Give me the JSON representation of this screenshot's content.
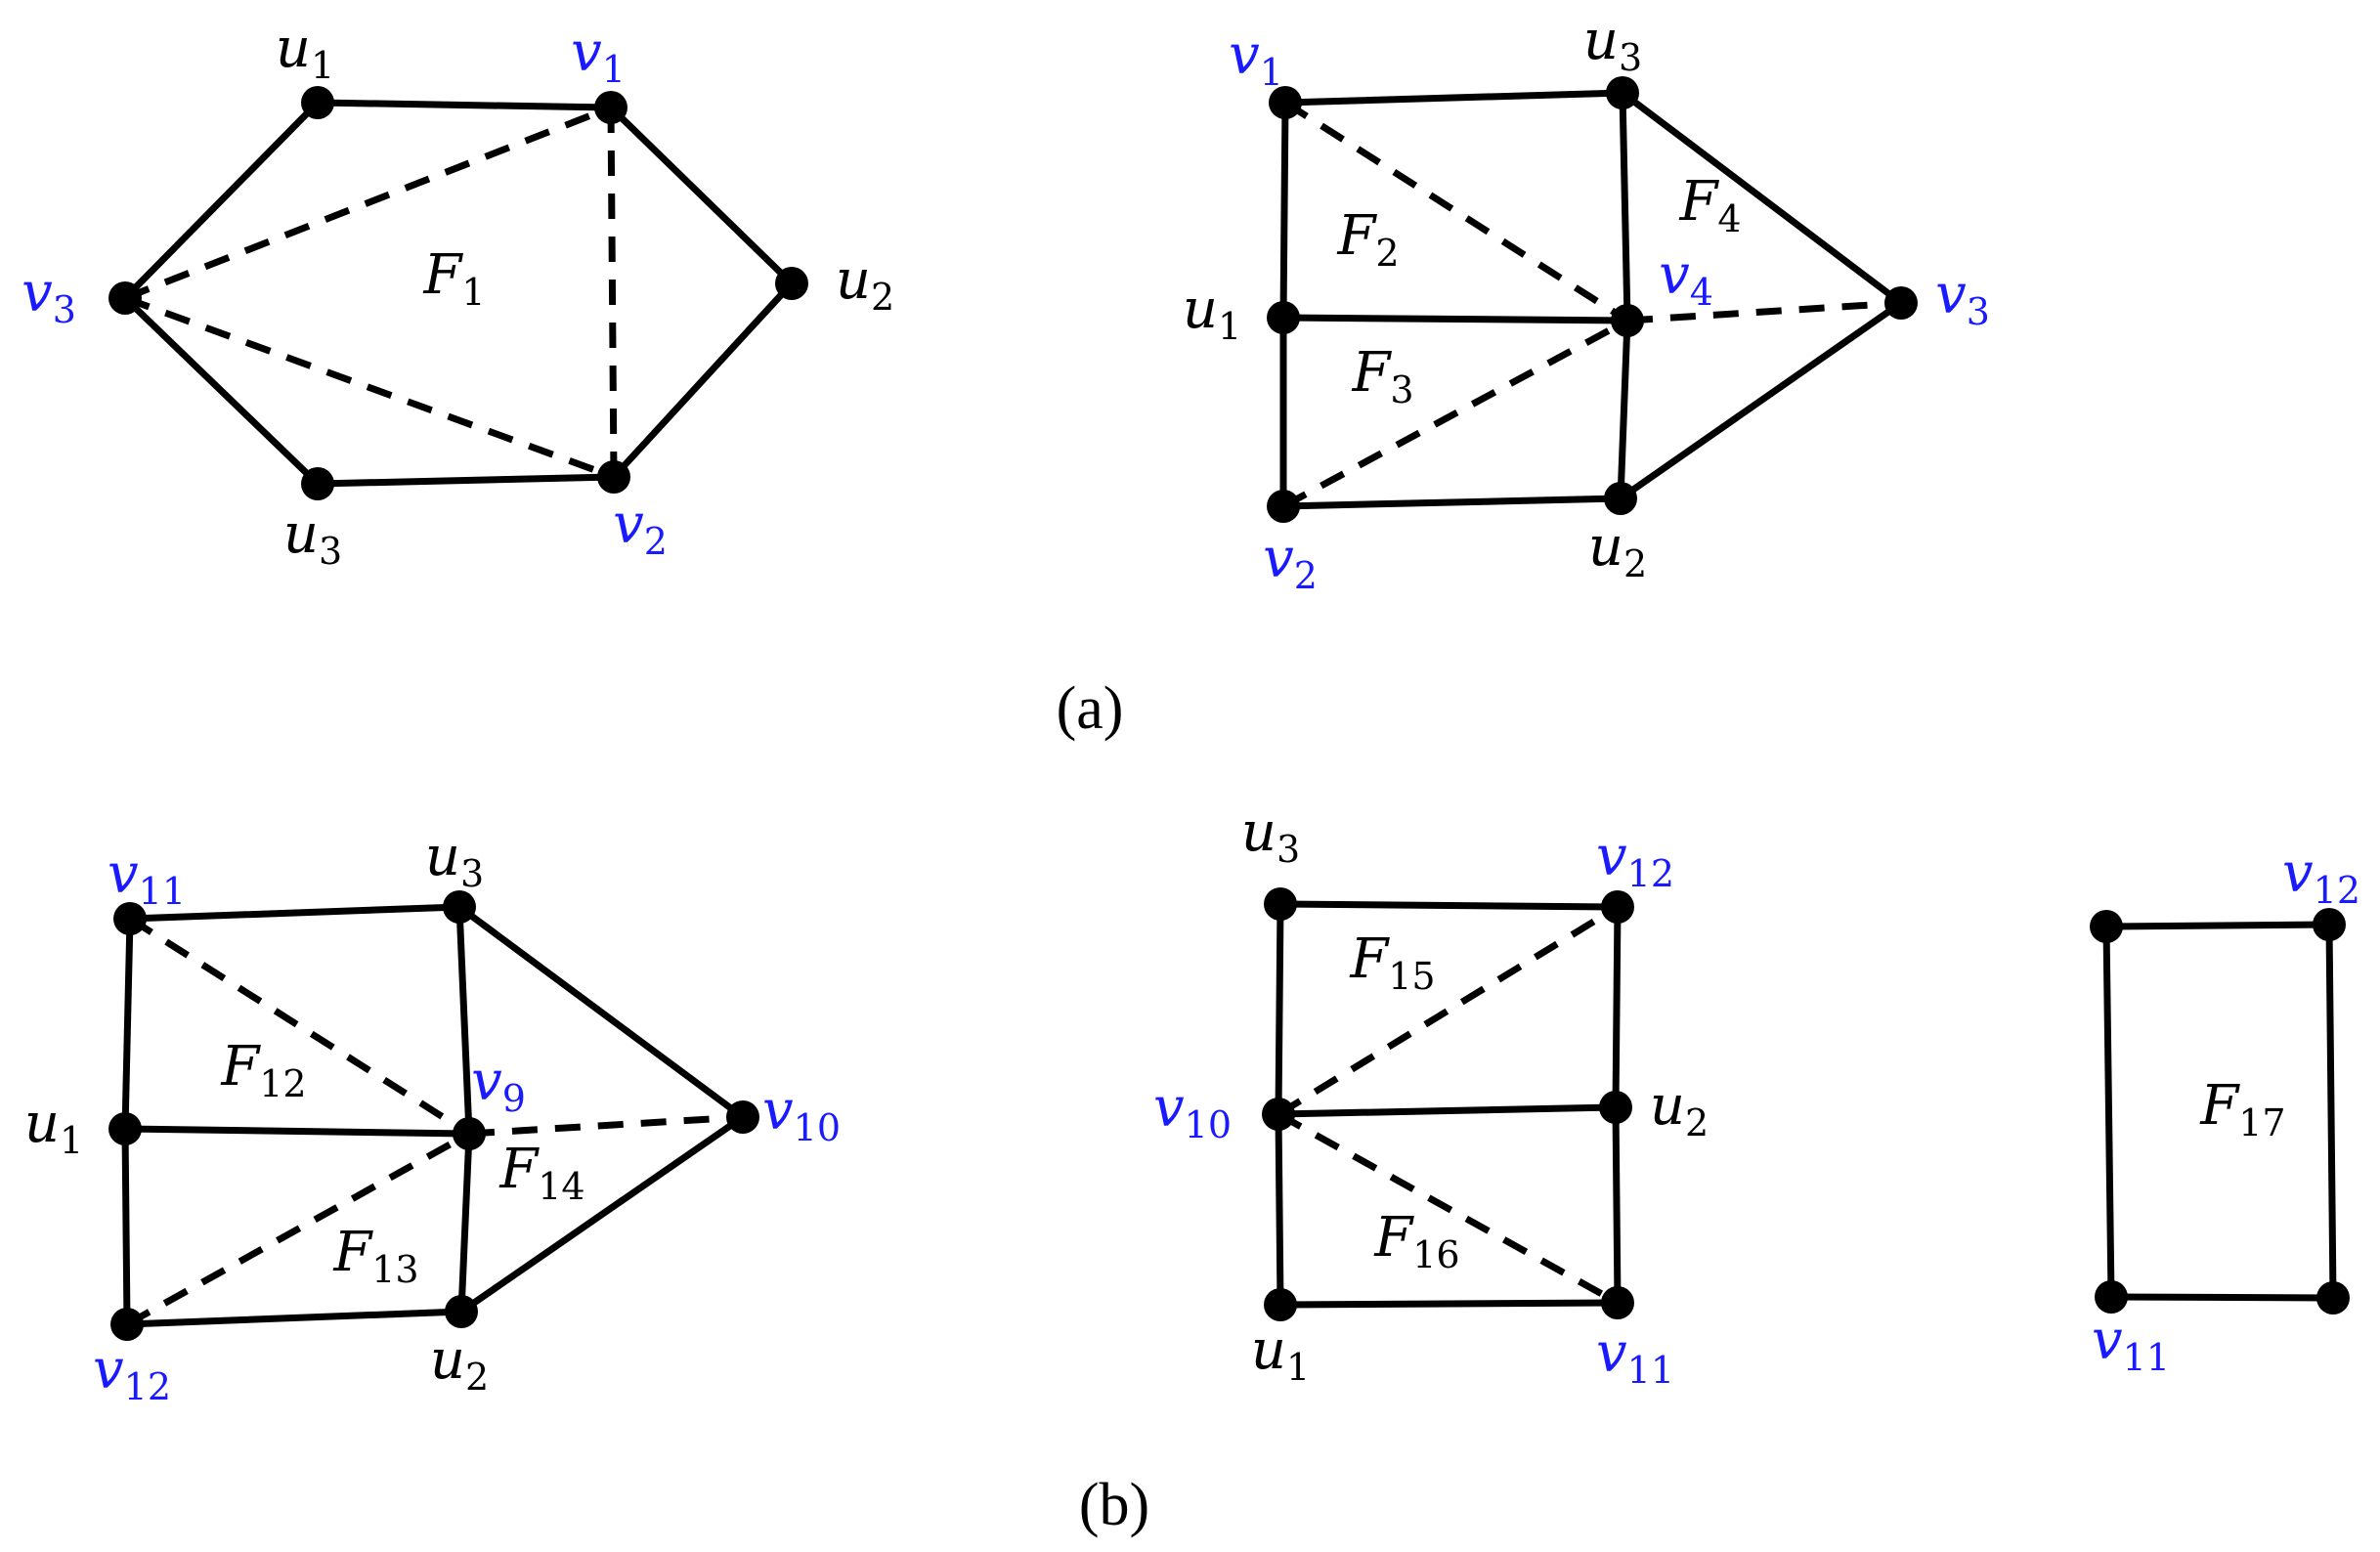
{
  "colors": {
    "blue_vertex_label": "#1a1aff",
    "black": "#000000"
  },
  "captions": {
    "a": "(a)",
    "b": "(b)"
  },
  "graphs": [
    {
      "id": "a-left",
      "vertices": [
        {
          "id": "u1",
          "name": "u",
          "sub": "1",
          "color": "black"
        },
        {
          "id": "v1",
          "name": "v",
          "sub": "1",
          "color": "blue"
        },
        {
          "id": "u2",
          "name": "u",
          "sub": "2",
          "color": "black"
        },
        {
          "id": "v2",
          "name": "v",
          "sub": "2",
          "color": "blue"
        },
        {
          "id": "u3",
          "name": "u",
          "sub": "3",
          "color": "black"
        },
        {
          "id": "v3",
          "name": "v",
          "sub": "3",
          "color": "blue"
        }
      ],
      "edges": [
        {
          "from": "u1",
          "to": "v1",
          "style": "solid"
        },
        {
          "from": "v1",
          "to": "u2",
          "style": "solid"
        },
        {
          "from": "u2",
          "to": "v2",
          "style": "solid"
        },
        {
          "from": "v2",
          "to": "u3",
          "style": "solid"
        },
        {
          "from": "u3",
          "to": "v3",
          "style": "solid"
        },
        {
          "from": "v3",
          "to": "u1",
          "style": "solid"
        },
        {
          "from": "v3",
          "to": "v1",
          "style": "dashed"
        },
        {
          "from": "v3",
          "to": "v2",
          "style": "dashed"
        },
        {
          "from": "v1",
          "to": "v2",
          "style": "dashed"
        }
      ],
      "faces": [
        {
          "name": "F",
          "sub": "1"
        }
      ]
    },
    {
      "id": "a-right",
      "vertices": [
        {
          "id": "v1",
          "name": "v",
          "sub": "1",
          "color": "blue"
        },
        {
          "id": "u3",
          "name": "u",
          "sub": "3",
          "color": "black"
        },
        {
          "id": "u1",
          "name": "u",
          "sub": "1",
          "color": "black"
        },
        {
          "id": "v4",
          "name": "v",
          "sub": "4",
          "color": "blue"
        },
        {
          "id": "v3",
          "name": "v",
          "sub": "3",
          "color": "blue"
        },
        {
          "id": "v2",
          "name": "v",
          "sub": "2",
          "color": "blue"
        },
        {
          "id": "u2",
          "name": "u",
          "sub": "2",
          "color": "black"
        }
      ],
      "edges": [
        {
          "from": "v1",
          "to": "u3",
          "style": "solid"
        },
        {
          "from": "u3",
          "to": "v3",
          "style": "solid"
        },
        {
          "from": "v3",
          "to": "u2",
          "style": "solid"
        },
        {
          "from": "u2",
          "to": "v2",
          "style": "solid"
        },
        {
          "from": "v2",
          "to": "u1",
          "style": "solid"
        },
        {
          "from": "u1",
          "to": "v1",
          "style": "solid"
        },
        {
          "from": "u3",
          "to": "v4",
          "style": "solid"
        },
        {
          "from": "v4",
          "to": "u2",
          "style": "solid"
        },
        {
          "from": "u1",
          "to": "v4",
          "style": "solid"
        },
        {
          "from": "v1",
          "to": "v4",
          "style": "dashed"
        },
        {
          "from": "v2",
          "to": "v4",
          "style": "dashed"
        },
        {
          "from": "v4",
          "to": "v3",
          "style": "dashed"
        }
      ],
      "faces": [
        {
          "name": "F",
          "sub": "2"
        },
        {
          "name": "F",
          "sub": "3"
        },
        {
          "name": "F",
          "sub": "4"
        }
      ]
    },
    {
      "id": "b-left",
      "vertices": [
        {
          "id": "v11",
          "name": "v",
          "sub": "11",
          "color": "blue"
        },
        {
          "id": "u3",
          "name": "u",
          "sub": "3",
          "color": "black"
        },
        {
          "id": "u1",
          "name": "u",
          "sub": "1",
          "color": "black"
        },
        {
          "id": "v9",
          "name": "v",
          "sub": "9",
          "color": "blue"
        },
        {
          "id": "v10",
          "name": "v",
          "sub": "10",
          "color": "blue"
        },
        {
          "id": "v12",
          "name": "v",
          "sub": "12",
          "color": "blue"
        },
        {
          "id": "u2",
          "name": "u",
          "sub": "2",
          "color": "black"
        }
      ],
      "edges": [
        {
          "from": "v11",
          "to": "u3",
          "style": "solid"
        },
        {
          "from": "u3",
          "to": "v10",
          "style": "solid"
        },
        {
          "from": "v10",
          "to": "u2",
          "style": "solid"
        },
        {
          "from": "u2",
          "to": "v12",
          "style": "solid"
        },
        {
          "from": "v12",
          "to": "u1",
          "style": "solid"
        },
        {
          "from": "u1",
          "to": "v11",
          "style": "solid"
        },
        {
          "from": "u3",
          "to": "v9",
          "style": "solid"
        },
        {
          "from": "v9",
          "to": "u2",
          "style": "solid"
        },
        {
          "from": "u1",
          "to": "v9",
          "style": "solid"
        },
        {
          "from": "v11",
          "to": "v9",
          "style": "dashed"
        },
        {
          "from": "v12",
          "to": "v9",
          "style": "dashed"
        },
        {
          "from": "v9",
          "to": "v10",
          "style": "dashed"
        }
      ],
      "faces": [
        {
          "name": "F",
          "sub": "12"
        },
        {
          "name": "F",
          "sub": "13"
        },
        {
          "name": "F",
          "sub": "14"
        }
      ]
    },
    {
      "id": "b-middle",
      "vertices": [
        {
          "id": "u3",
          "name": "u",
          "sub": "3",
          "color": "black"
        },
        {
          "id": "v12",
          "name": "v",
          "sub": "12",
          "color": "blue"
        },
        {
          "id": "v10",
          "name": "v",
          "sub": "10",
          "color": "blue"
        },
        {
          "id": "u2",
          "name": "u",
          "sub": "2",
          "color": "black"
        },
        {
          "id": "u1",
          "name": "u",
          "sub": "1",
          "color": "black"
        },
        {
          "id": "v11",
          "name": "v",
          "sub": "11",
          "color": "blue"
        }
      ],
      "edges": [
        {
          "from": "u3",
          "to": "v12",
          "style": "solid"
        },
        {
          "from": "v12",
          "to": "u2",
          "style": "solid"
        },
        {
          "from": "u2",
          "to": "v11",
          "style": "solid"
        },
        {
          "from": "v11",
          "to": "u1",
          "style": "solid"
        },
        {
          "from": "u1",
          "to": "v10",
          "style": "solid"
        },
        {
          "from": "v10",
          "to": "u3",
          "style": "solid"
        },
        {
          "from": "v10",
          "to": "u2",
          "style": "solid"
        },
        {
          "from": "v10",
          "to": "v12",
          "style": "dashed"
        },
        {
          "from": "v10",
          "to": "v11",
          "style": "dashed"
        }
      ],
      "faces": [
        {
          "name": "F",
          "sub": "15"
        },
        {
          "name": "F",
          "sub": "16"
        }
      ]
    },
    {
      "id": "b-right",
      "vertices": [
        {
          "id": "tl",
          "name": "",
          "sub": "",
          "color": "black"
        },
        {
          "id": "v12",
          "name": "v",
          "sub": "12",
          "color": "blue"
        },
        {
          "id": "v11",
          "name": "v",
          "sub": "11",
          "color": "blue"
        },
        {
          "id": "br",
          "name": "",
          "sub": "",
          "color": "black"
        }
      ],
      "edges": [
        {
          "from": "tl",
          "to": "v12",
          "style": "solid"
        },
        {
          "from": "v12",
          "to": "br",
          "style": "solid"
        },
        {
          "from": "br",
          "to": "v11",
          "style": "solid"
        },
        {
          "from": "v11",
          "to": "tl",
          "style": "solid"
        }
      ],
      "faces": [
        {
          "name": "F",
          "sub": "17"
        }
      ]
    }
  ]
}
